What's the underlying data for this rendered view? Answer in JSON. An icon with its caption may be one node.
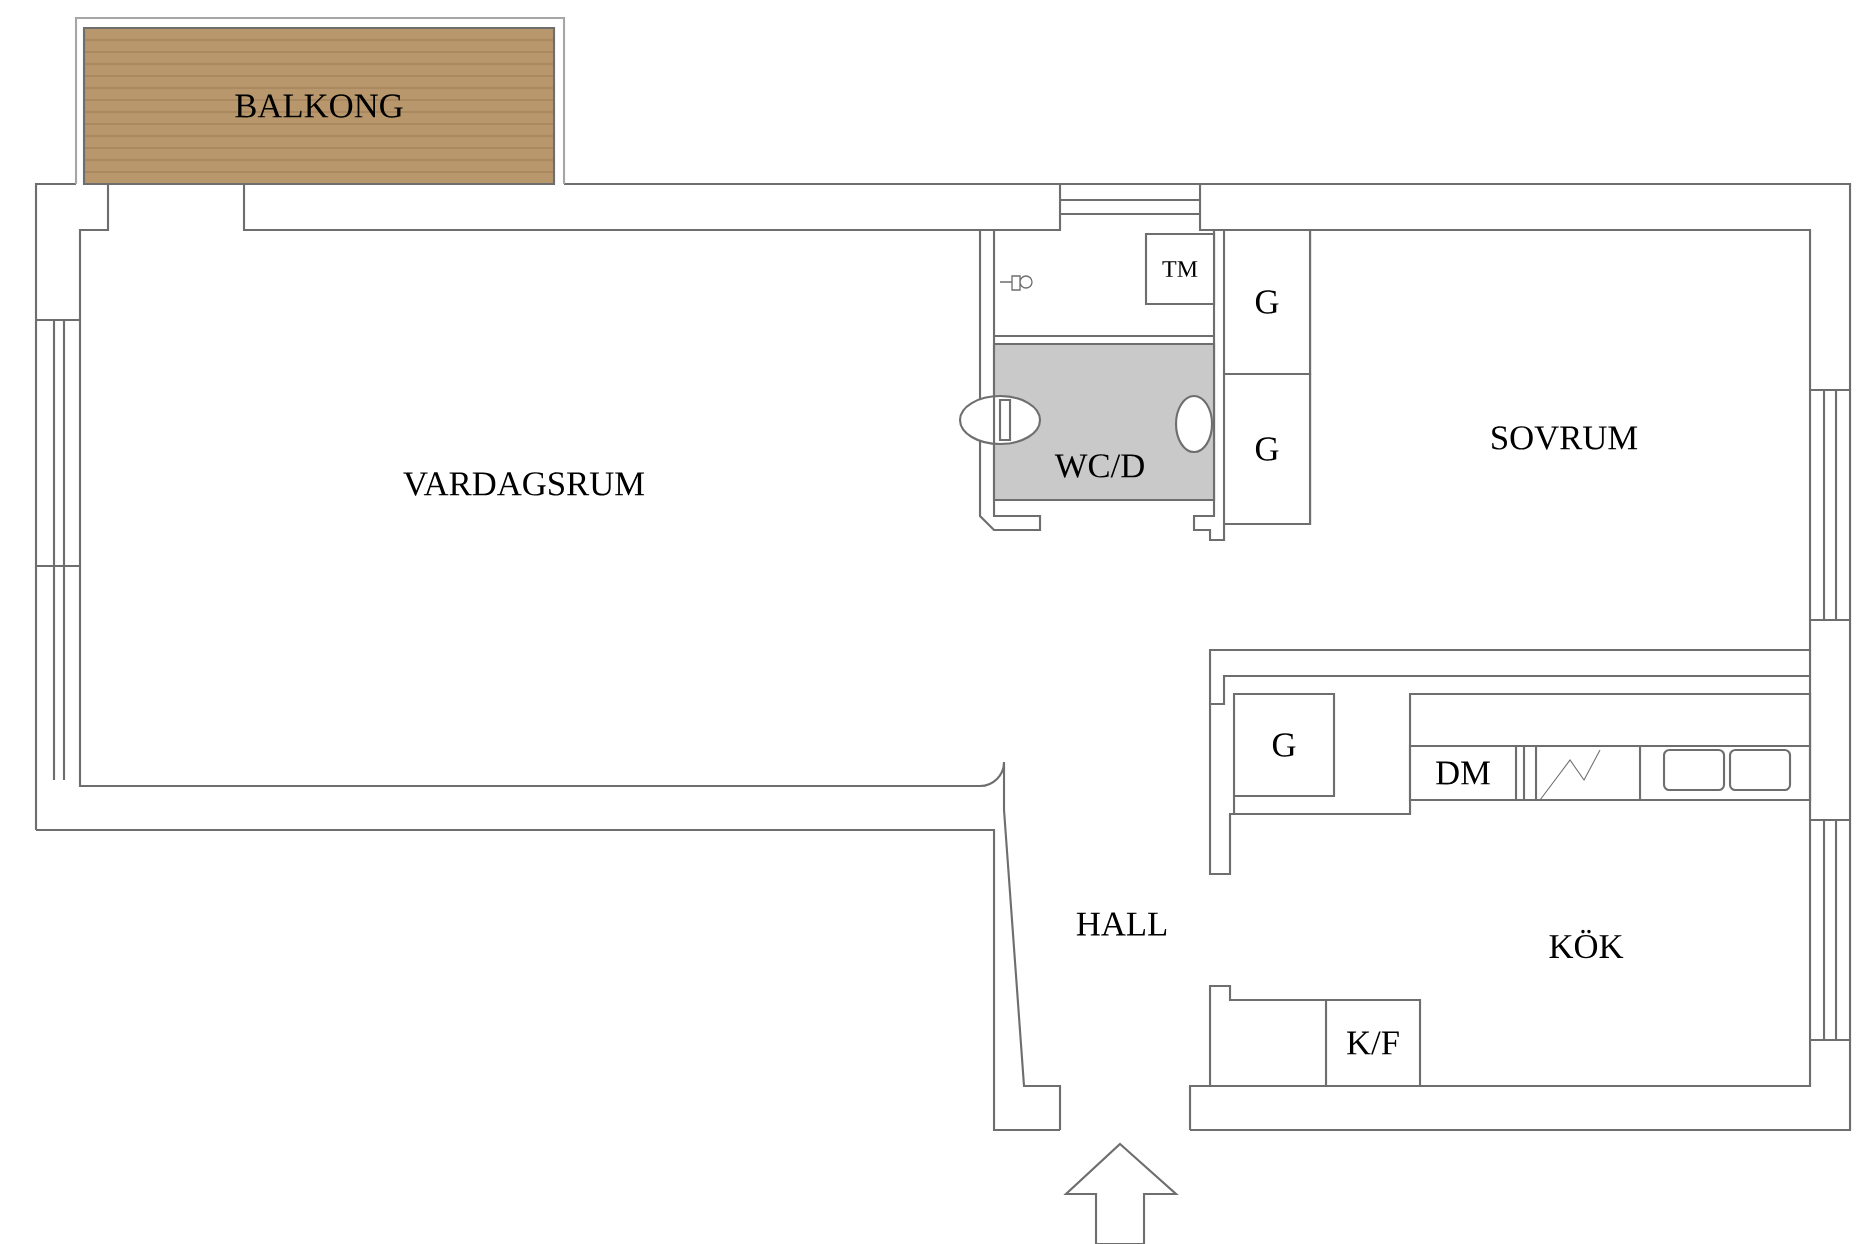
{
  "diagram": {
    "nodes": [
      {
        "text": [
          "BALKONG"
        ]
      },
      {
        "text": [
          "TM"
        ]
      },
      {
        "text": [
          "G"
        ]
      },
      {
        "text": [
          "WC/D"
        ]
      },
      {
        "text": [
          "G"
        ]
      },
      {
        "text": [
          "G"
        ]
      },
      {
        "text": [
          "DM"
        ]
      },
      {
        "text": [
          "K/F"
        ]
      }
    ],
    "labels": [
      "VARDAGSRUM",
      "SOVRUM",
      "HALL",
      "KÖK"
    ]
  }
}
